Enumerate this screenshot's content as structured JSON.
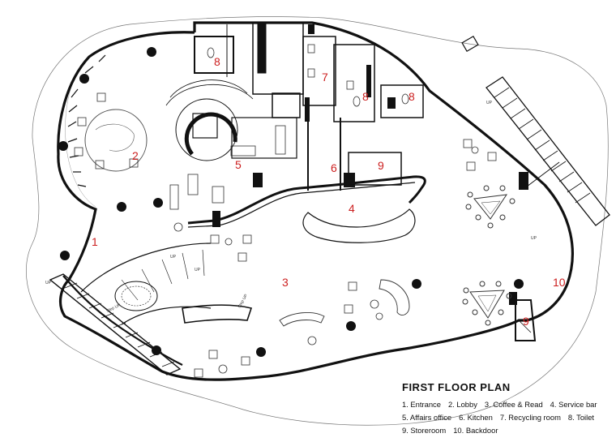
{
  "title": "FIRST  FLOOR  PLAN",
  "legend": [
    {
      "num": "1",
      "label": "1. Entrance"
    },
    {
      "num": "2",
      "label": "2. Lobby"
    },
    {
      "num": "3",
      "label": "3. Coffee & Read"
    },
    {
      "num": "4",
      "label": "4. Service bar"
    },
    {
      "num": "5",
      "label": "5. Affairs office"
    },
    {
      "num": "6",
      "label": "6. Kitchen"
    },
    {
      "num": "7",
      "label": "7. Recycling room"
    },
    {
      "num": "8",
      "label": "8. Toilet"
    },
    {
      "num": "9",
      "label": "9. Storeroom"
    },
    {
      "num": "10",
      "label": "10. Backdoor"
    }
  ],
  "room_labels": {
    "r1": "1",
    "r2": "2",
    "r3": "3",
    "r4": "4",
    "r5": "5",
    "r6": "6",
    "r7": "7",
    "r8a": "8",
    "r8b": "8",
    "r8c": "8",
    "r9a": "9",
    "r9b": "9",
    "r10": "10"
  },
  "stair_labels": {
    "up1": "UP",
    "up2": "UP",
    "up3": "UP",
    "up4": "UP",
    "up5": "UP",
    "step1": "Step UP",
    "step2": "Step UP"
  },
  "colors": {
    "room_number": "#cc1f1f",
    "wall": "#111111"
  }
}
